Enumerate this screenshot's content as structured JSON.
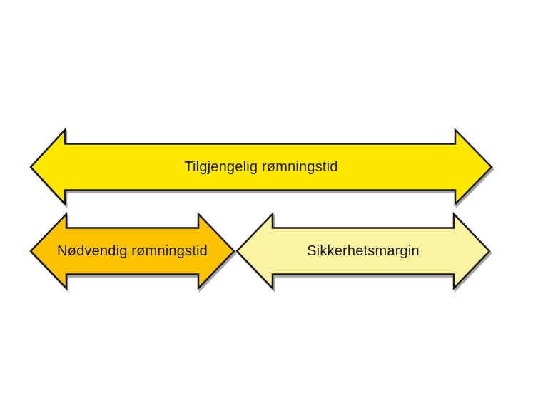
{
  "diagram": {
    "outline_color": "#1a1a1a",
    "shadow_color": "#aaaaaa",
    "background_color": "#ffffff",
    "arrows": [
      {
        "id": "available-evacuation-time",
        "label": "Tilgjengelig rømningstid",
        "color": "#ffe800"
      },
      {
        "id": "required-evacuation-time",
        "label": "Nødvendig rømningstid",
        "color": "#fcc200"
      },
      {
        "id": "safety-margin",
        "label": "Sikkerhetsmargin",
        "color": "#faf3a2"
      }
    ]
  }
}
